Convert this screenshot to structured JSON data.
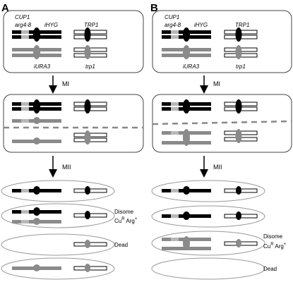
{
  "panels": [
    {
      "letter": "A",
      "labels": {
        "cup1": "CUP1",
        "arg48": "arg4-8",
        "ihyg": "iHYG",
        "trp1_upper": "TRP1",
        "iura3": "iURA3",
        "trp1_lower": "trp1"
      },
      "steps": [
        "MI",
        "MII"
      ],
      "annotations": {
        "disome_line1": "Disome",
        "disome_cu": "Cu",
        "disome_sup": "R",
        "disome_arg": " Arg",
        "disome_plus": "+",
        "dead": "Dead"
      }
    },
    {
      "letter": "B",
      "labels": {
        "cup1": "CUP1",
        "arg48": "arg4-8",
        "ihyg": "iHYG",
        "trp1_upper": "TRP1",
        "iura3": "iURA3",
        "trp1_lower": "trp1"
      },
      "steps": [
        "MI",
        "MII"
      ],
      "annotations": {
        "disome_line1": "Disome",
        "disome_cu": "Cu",
        "disome_sup": "R",
        "disome_arg": " Arg",
        "disome_plus": "+",
        "dead": "Dead"
      }
    }
  ],
  "colors": {
    "black_chromosome": "#000000",
    "gray_chromosome": "#8a8a8a",
    "cup1_segment": "#b8b8b8",
    "centromere_dark": "#000000",
    "centromere_gray": "#8a8a8a",
    "outline": "#444444"
  }
}
